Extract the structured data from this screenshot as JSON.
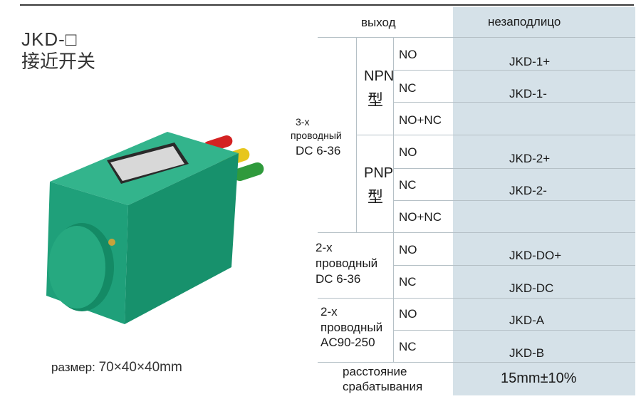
{
  "title": {
    "line1": "JKD-□",
    "line2": "接近开关"
  },
  "size": {
    "label": "размер:",
    "value": "70×40×40mm"
  },
  "table": {
    "header": {
      "output": "выход",
      "flush": "незаподлицо"
    },
    "groups": [
      {
        "wire": "3-x",
        "wire2": "проводный",
        "voltage": "DC 6-36"
      },
      {
        "wire": "2-x",
        "wire2": "проводный",
        "voltage": "DC 6-36"
      },
      {
        "wire": "2-x",
        "wire2": "проводный",
        "voltage": "AC90-250"
      }
    ],
    "types": [
      {
        "a": "NPN",
        "b": "型"
      },
      {
        "a": "PNP",
        "b": "型"
      }
    ],
    "rows": [
      {
        "out": "NO",
        "model": "JKD-1+"
      },
      {
        "out": "NC",
        "model": "JKD-1-"
      },
      {
        "out": "NO+NC",
        "model": ""
      },
      {
        "out": "NO",
        "model": "JKD-2+"
      },
      {
        "out": "NC",
        "model": "JKD-2-"
      },
      {
        "out": "NO+NC",
        "model": ""
      },
      {
        "out": "NO",
        "model": "JKD-DO+"
      },
      {
        "out": "NC",
        "model": "JKD-DC"
      },
      {
        "out": "NO",
        "model": "JKD-A"
      },
      {
        "out": "NC",
        "model": "JKD-B"
      }
    ],
    "distance": {
      "label1": "расстояние",
      "label2": "срабатывания",
      "value": "15mm±10%"
    }
  },
  "colors": {
    "body": "#1fa07a",
    "shade": "#d5e1e8",
    "wire_red": "#d42222",
    "wire_yellow": "#e7c61c",
    "wire_green": "#2f9a3c"
  }
}
